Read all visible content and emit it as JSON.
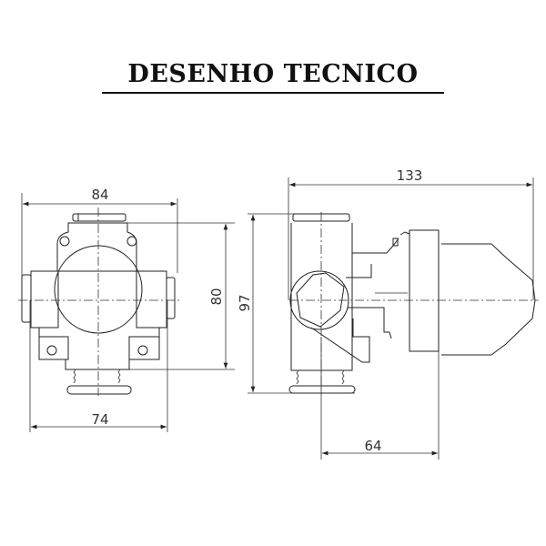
{
  "title": "DESENHO TECNICO",
  "front_view": {
    "dimensions": {
      "width_top": "84",
      "width_bottom": "74",
      "height": "80"
    }
  },
  "side_view": {
    "dimensions": {
      "length_total": "133",
      "depth": "64",
      "height": "97"
    }
  }
}
